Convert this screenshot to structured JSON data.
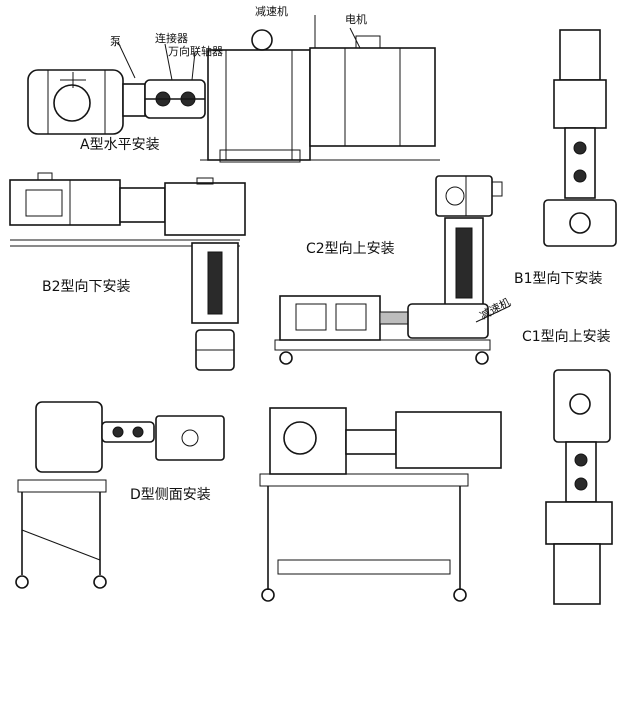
{
  "labels": {
    "a_horizontal": "A型水平安装",
    "b2_down": "B2型向下安装",
    "c2_up": "C2型向上安装",
    "b1_down": "B1型向下安装",
    "c1_up": "C1型向上安装",
    "d_side": "D型侧面安装"
  },
  "callouts": {
    "pump": "泵",
    "coupling": "连接器",
    "universal_joint": "万向联轴器",
    "reducer": "减速机",
    "motor": "电机",
    "reducer_c2": "减速机"
  }
}
